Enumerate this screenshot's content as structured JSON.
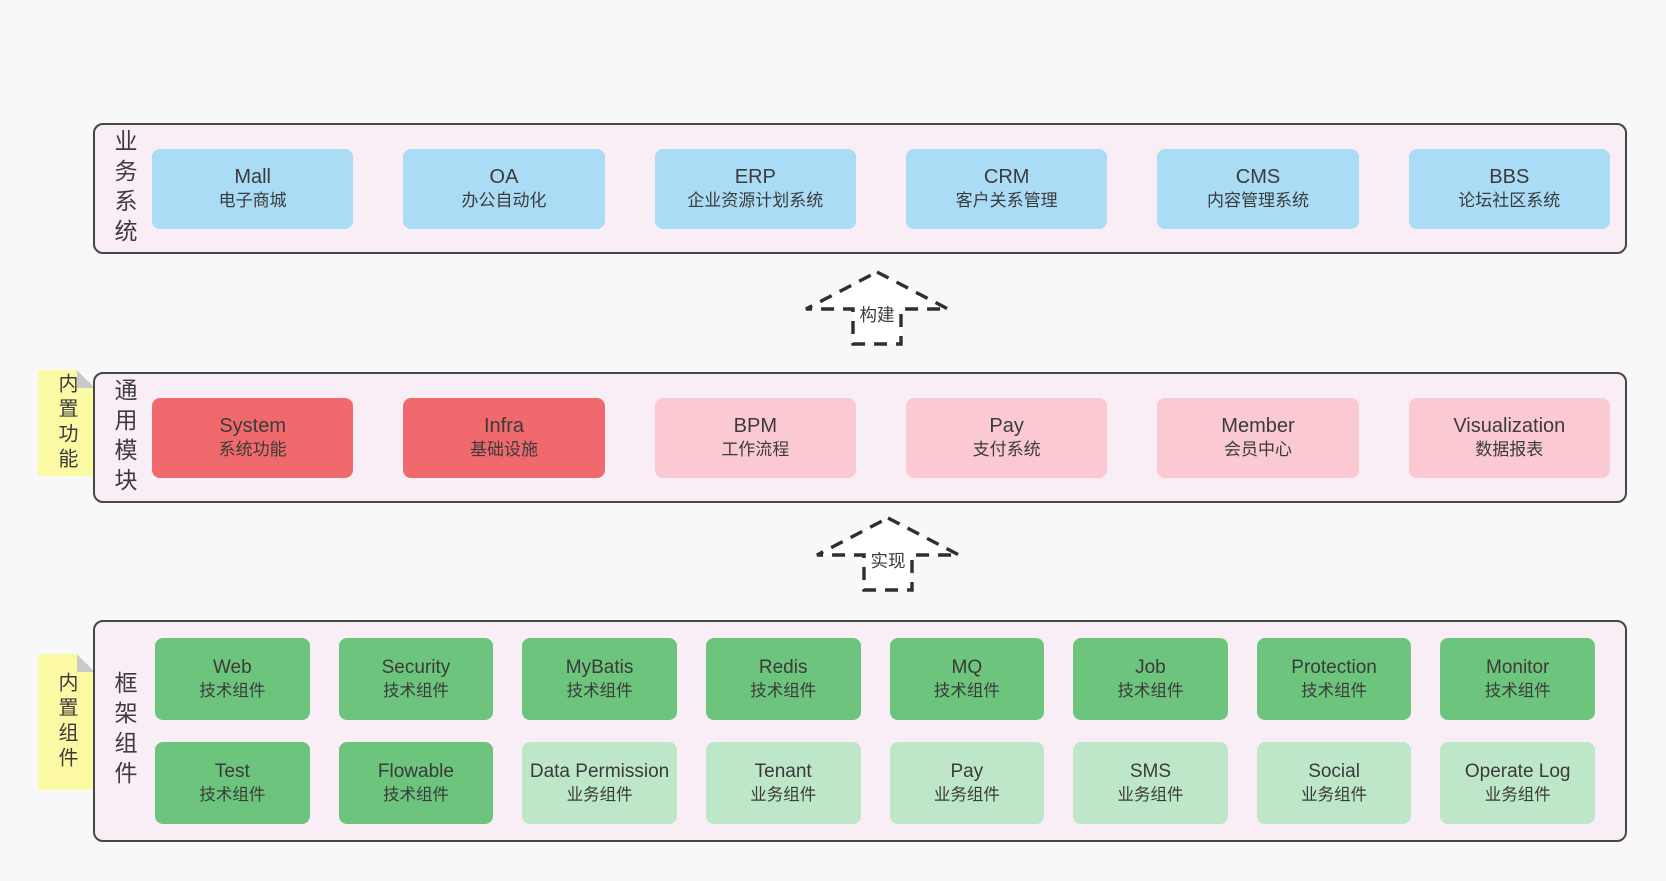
{
  "diagram_title": "framework-architecture-diagram",
  "bands": [
    {
      "id": "business-systems",
      "label": "业务系统",
      "sticky": null,
      "rows": [
        [
          {
            "en": "Mall",
            "zh": "电子商城",
            "variant": "blue"
          },
          {
            "en": "OA",
            "zh": "办公自动化",
            "variant": "blue"
          },
          {
            "en": "ERP",
            "zh": "企业资源计划系统",
            "variant": "blue"
          },
          {
            "en": "CRM",
            "zh": "客户关系管理",
            "variant": "blue"
          },
          {
            "en": "CMS",
            "zh": "内容管理系统",
            "variant": "blue"
          },
          {
            "en": "BBS",
            "zh": "论坛社区系统",
            "variant": "blue"
          }
        ]
      ]
    },
    {
      "id": "common-modules",
      "label": "通用模块",
      "sticky": "内置功能",
      "rows": [
        [
          {
            "en": "System",
            "zh": "系统功能",
            "variant": "red"
          },
          {
            "en": "Infra",
            "zh": "基础设施",
            "variant": "red"
          },
          {
            "en": "BPM",
            "zh": "工作流程",
            "variant": "pink"
          },
          {
            "en": "Pay",
            "zh": "支付系统",
            "variant": "pink"
          },
          {
            "en": "Member",
            "zh": "会员中心",
            "variant": "pink"
          },
          {
            "en": "Visualization",
            "zh": "数据报表",
            "variant": "pink"
          }
        ]
      ]
    },
    {
      "id": "framework-components",
      "label": "框架组件",
      "sticky": "内置组件",
      "rows": [
        [
          {
            "en": "Web",
            "zh": "技术组件",
            "variant": "green"
          },
          {
            "en": "Security",
            "zh": "技术组件",
            "variant": "green"
          },
          {
            "en": "MyBatis",
            "zh": "技术组件",
            "variant": "green"
          },
          {
            "en": "Redis",
            "zh": "技术组件",
            "variant": "green"
          },
          {
            "en": "MQ",
            "zh": "技术组件",
            "variant": "green"
          },
          {
            "en": "Job",
            "zh": "技术组件",
            "variant": "green"
          },
          {
            "en": "Protection",
            "zh": "技术组件",
            "variant": "green"
          },
          {
            "en": "Monitor",
            "zh": "技术组件",
            "variant": "green"
          }
        ],
        [
          {
            "en": "Test",
            "zh": "技术组件",
            "variant": "green"
          },
          {
            "en": "Flowable",
            "zh": "技术组件",
            "variant": "green"
          },
          {
            "en": "Data Permission",
            "zh": "业务组件",
            "variant": "lightgreen"
          },
          {
            "en": "Tenant",
            "zh": "业务组件",
            "variant": "lightgreen"
          },
          {
            "en": "Pay",
            "zh": "业务组件",
            "variant": "lightgreen"
          },
          {
            "en": "SMS",
            "zh": "业务组件",
            "variant": "lightgreen"
          },
          {
            "en": "Social",
            "zh": "业务组件",
            "variant": "lightgreen"
          },
          {
            "en": "Operate Log",
            "zh": "业务组件",
            "variant": "lightgreen"
          }
        ]
      ]
    }
  ],
  "arrows": [
    {
      "label": "构建"
    },
    {
      "label": "实现"
    }
  ],
  "colors": {
    "page_bg": "#f8f8f8",
    "band_bg": "#f9edf6",
    "band_border": "#474747",
    "blue": "#aadcf6",
    "red": "#f06a6d",
    "pink": "#fbc9d2",
    "green": "#6cc47d",
    "light_green": "#bee6c8",
    "sticky_yellow": "#fbf9a4",
    "sticky_fold": "#c9c9c9",
    "text": "#3b3b3b",
    "arrow_stroke": "#2f2f2f"
  }
}
